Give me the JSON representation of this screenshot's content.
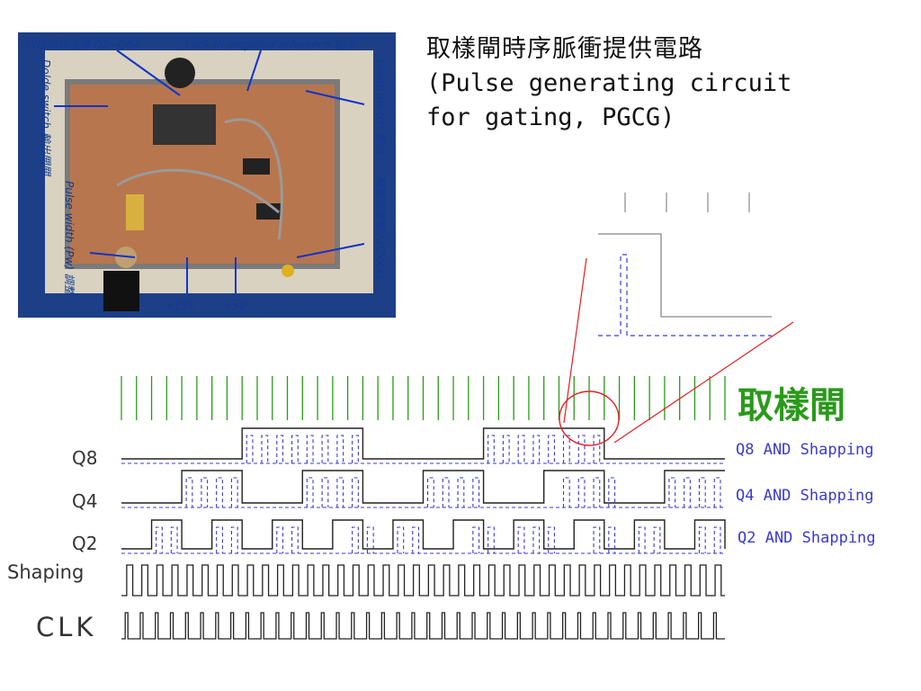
{
  "photo": {
    "labels": {
      "divider": "六段除頻選擇 Q2~Q64",
      "lockin": "Lock-in amplifier reference 輸出",
      "diode_switch_left": "Dolde switch 輸出開關",
      "diode_switch_right": "Dlode switch 輸出",
      "pulse_width": "Pulse width (Pw) 調整",
      "clock_in": "時脈訊號輸入(Clock)",
      "v15": "+15V",
      "v5": "+5V"
    }
  },
  "title": {
    "line1": "取樣閘時序脈衝提供電路",
    "line2": "(Pulse generating circuit",
    "line3": "for gating, PGCG)"
  },
  "signals": {
    "q8": "Q8",
    "q4": "Q4",
    "q2": "Q2",
    "shaping": "Shaping",
    "clk": "CLK"
  },
  "and_labels": {
    "q8": "Q8 AND Shapping",
    "q4": "Q4 AND Shapping",
    "q2": "Q2 AND Shapping"
  },
  "gate_label": "取樣閘",
  "colors": {
    "green": "#2a9a1a",
    "blue": "#3a3ad0",
    "black": "#222222",
    "red": "#e02020",
    "gray": "#888888"
  }
}
